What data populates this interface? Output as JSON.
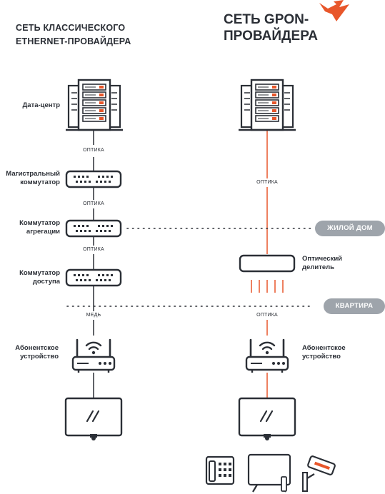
{
  "titles": {
    "left": "Сеть классического Ethernet-провайдера",
    "right_line1": "Сеть GPON-",
    "right_line2": "провайдера"
  },
  "left_labels": {
    "datacenter": "Дата-центр",
    "core_switch_1": "Магистральный",
    "core_switch_2": "коммутатор",
    "agg_switch_1": "Коммутатор",
    "agg_switch_2": "агрегации",
    "access_switch_1": "Коммутатор",
    "access_switch_2": "доступа",
    "subscriber_1": "Абонентское",
    "subscriber_2": "устройство"
  },
  "right_labels": {
    "splitter_1": "Оптический",
    "splitter_2": "делитель",
    "subscriber_1": "Абонентское",
    "subscriber_2": "устройство"
  },
  "link_labels": {
    "left_optics_1": "ОПТИКА",
    "left_optics_2": "ОПТИКА",
    "left_optics_3": "ОПТИКА",
    "left_copper": "МЕДЬ",
    "right_optics_1": "ОПТИКА",
    "right_optics_2": "ОПТИКА"
  },
  "boundaries": {
    "building": "ЖИЛОЙ ДОМ",
    "apartment": "КВАРТИРА"
  },
  "colors": {
    "dark": "#2b2f36",
    "accent": "#e8562a",
    "pill": "#9ea4ab"
  }
}
